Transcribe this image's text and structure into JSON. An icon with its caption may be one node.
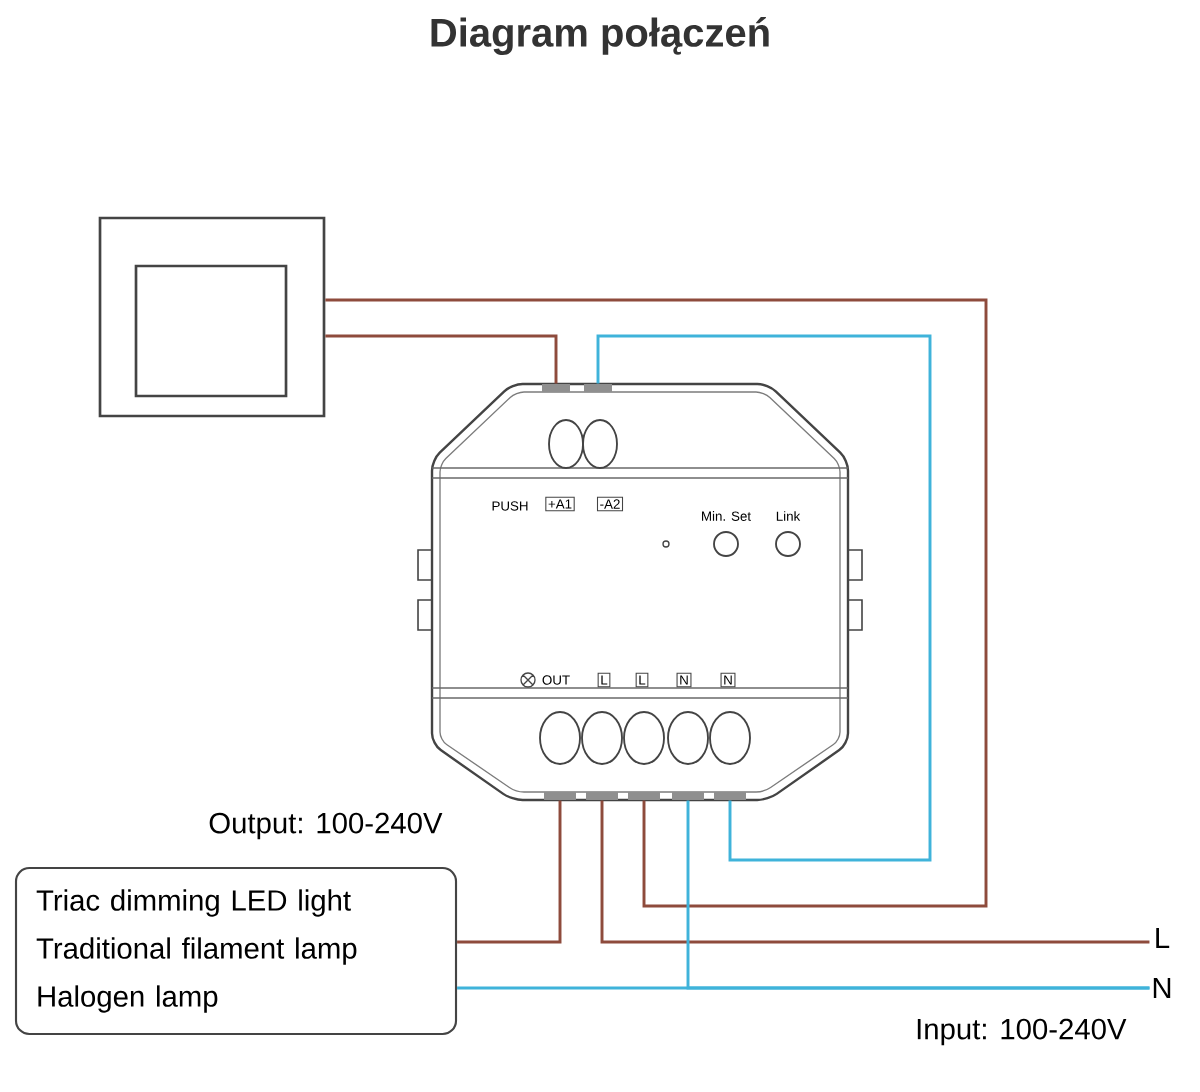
{
  "diagram": {
    "title": "Diagram połączeń",
    "nodes": [
      {
        "text": [],
        "shape": "box"
      },
      {
        "text": [
          "PUSH",
          "+A1",
          "-A2",
          "Min. Set",
          "Link",
          "OUT",
          "L",
          "L",
          "N",
          "N"
        ]
      },
      {
        "text": [
          "Triac dimming LED light",
          "Traditional filament lamp",
          "Halogen lamp"
        ],
        "beside": [
          "Output: 100-240V"
        ]
      },
      {
        "text": [
          "L"
        ]
      },
      {
        "text": [
          "N"
        ]
      }
    ],
    "edges": [
      {
        "from": 0,
        "to": 1,
        "arrow": "none"
      },
      {
        "from": 1,
        "to": 1,
        "arrow": "none",
        "color": "#3fb3da"
      },
      {
        "from": 0,
        "to": 1,
        "arrow": "none"
      },
      {
        "from": 1,
        "to": 2,
        "arrow": "none"
      },
      {
        "from": 1,
        "to": 3,
        "arrow": "none"
      },
      {
        "from": 2,
        "to": 4,
        "arrow": "none",
        "color": "#3fb3da"
      },
      {
        "from": 1,
        "to": 4,
        "arrow": "none",
        "color": "#3fb3da"
      }
    ],
    "labels": [
      "Input: 100-240V"
    ]
  }
}
